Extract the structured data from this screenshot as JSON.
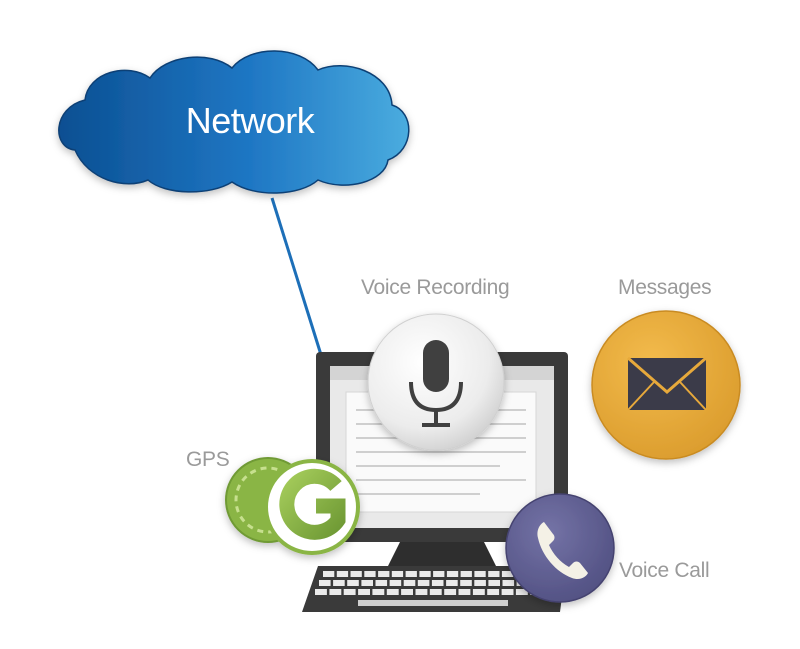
{
  "cloud": {
    "label": "Network"
  },
  "labels": {
    "voice_recording": "Voice Recording",
    "messages": "Messages",
    "gps": "GPS",
    "voice_call": "Voice Call"
  },
  "icons": {
    "cloud": "cloud-icon",
    "microphone": "microphone-icon",
    "envelope": "envelope-icon",
    "gps": "gps-g-icon",
    "phone": "phone-handset-icon",
    "computer": "desktop-computer-icon",
    "keyboard": "keyboard-icon"
  },
  "colors": {
    "cloud_dark": "#0b4f92",
    "cloud_light": "#3aa0dd",
    "connector": "#1d6fb8",
    "messages_bg": "#e7a93a",
    "gps_green": "#8ab544",
    "phone_bg": "#5e5d90",
    "monitor": "#3a3a3a",
    "label_gray": "#9a9a9a"
  }
}
